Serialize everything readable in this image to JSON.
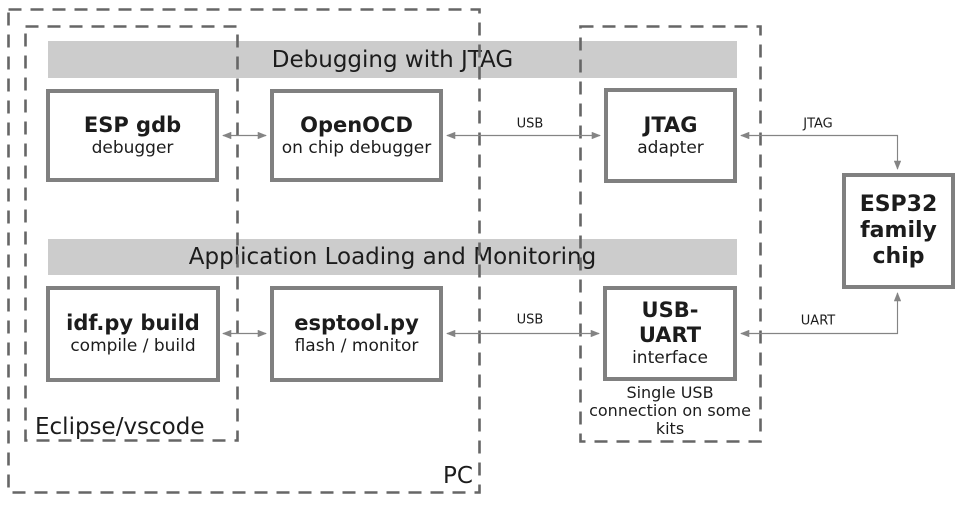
{
  "sections": {
    "debugging": {
      "title": "Debugging with JTAG"
    },
    "loading": {
      "title": "Application Loading and Monitoring"
    }
  },
  "groups": {
    "pc": {
      "label": "PC"
    },
    "ide": {
      "label": "Eclipse/vscode"
    },
    "kit": {
      "caption_lines": [
        "Single USB",
        "connection on some",
        "kits"
      ]
    }
  },
  "nodes": {
    "esp_gdb": {
      "title": "ESP gdb",
      "subtitle": "debugger"
    },
    "openocd": {
      "title": "OpenOCD",
      "subtitle": "on chip debugger"
    },
    "jtag_adapter": {
      "title": "JTAG",
      "subtitle": "adapter"
    },
    "idf_build": {
      "title": "idf.py build",
      "subtitle": "compile / build"
    },
    "esptool": {
      "title": "esptool.py",
      "subtitle": "flash / monitor"
    },
    "usb_uart": {
      "title_lines": [
        "USB-",
        "UART"
      ],
      "subtitle": "interface"
    },
    "esp32_chip": {
      "title_lines": [
        "ESP32",
        "family",
        "chip"
      ]
    }
  },
  "edges": {
    "usb_debugging": {
      "label": "USB"
    },
    "jtag": {
      "label": "JTAG"
    },
    "usb_loading": {
      "label": "USB"
    },
    "uart": {
      "label": "UART"
    }
  },
  "colors": {
    "section_bar": "#cccccc",
    "node_border": "#808080",
    "dashed_border": "#666666",
    "arrow": "#848484",
    "text": "#1c1c1c"
  }
}
